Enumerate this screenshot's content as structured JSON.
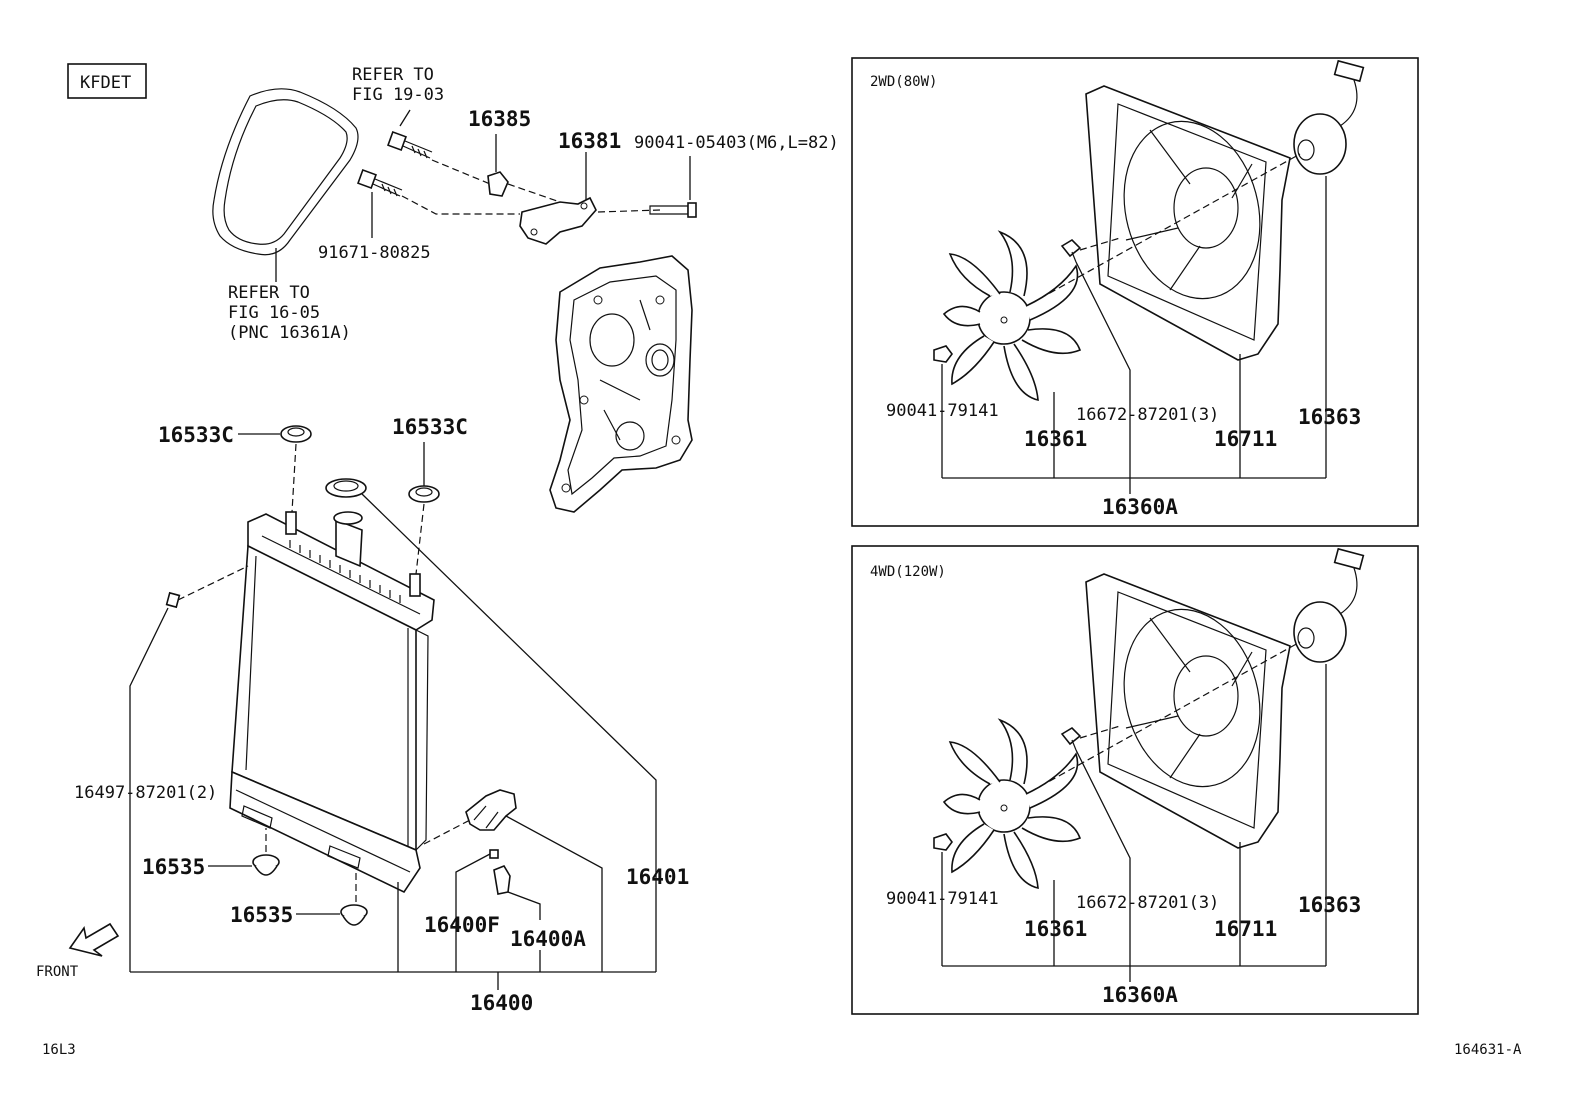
{
  "engine_code": "KFDET",
  "refer_notes": {
    "fig_19_03": [
      "REFER TO",
      "FIG 19-03"
    ],
    "fig_16_05": [
      "REFER TO",
      "FIG 16-05",
      "(PNC 16361A)"
    ]
  },
  "parts_left": {
    "p16385": "16385",
    "p16381": "16381",
    "p90041_05403": "90041-05403(M6,L=82)",
    "p91671_80825": "91671-80825",
    "p16533c_left": "16533C",
    "p16533c_right": "16533C",
    "p16497": "16497-87201(2)",
    "p16535_a": "16535",
    "p16535_b": "16535",
    "p16401": "16401",
    "p16400f": "16400F",
    "p16400a": "16400A",
    "p16400": "16400"
  },
  "front_label": "FRONT",
  "panel_2wd": {
    "title": "2WD(80W)",
    "p90041": "90041-79141",
    "p16361": "16361",
    "p16672": "16672-87201(3)",
    "p16711": "16711",
    "p16363": "16363",
    "p16360a": "16360A"
  },
  "panel_4wd": {
    "title": "4WD(120W)",
    "p90041": "90041-79141",
    "p16361": "16361",
    "p16672": "16672-87201(3)",
    "p16711": "16711",
    "p16363": "16363",
    "p16360a": "16360A"
  },
  "footer": {
    "left_code": "16L3",
    "right_code": "164631-A"
  }
}
